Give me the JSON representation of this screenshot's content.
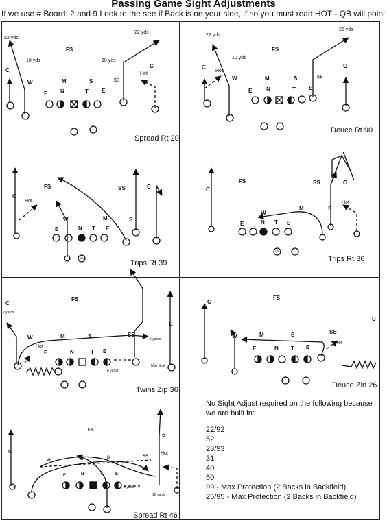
{
  "title": "Passing Game Sight Adjustments",
  "subtitle": "If we use # Board: 2 and 9 Look to the see if Back is on your side, if so you must read HOT - QB will point out",
  "plays": {
    "p1": {
      "name": "Spread Rt 20",
      "yds22a": "22 yds",
      "yds22b": "22 yds",
      "yds10a": "10 yds",
      "yds10b": "10 yds",
      "hot": "Hot",
      "ss": "$S"
    },
    "p2": {
      "name": "Deuce Rt 90",
      "yds22a": "22 yds",
      "yds22b": "22 yds",
      "yds10": "10 yds",
      "hot": "Hot",
      "ss": "$$"
    },
    "p3": {
      "name": "Trips Rt 39",
      "hot": "Hot"
    },
    "p4": {
      "name": "Trips Rt 36",
      "hot": "Hot"
    },
    "p5": {
      "name": "Twins Zip 36",
      "yds2": "2 yards",
      "yds6": "6 yards",
      "yds8": "8 yards",
      "hot": "Hot",
      "maxsplit": "Max Split"
    },
    "p6": {
      "name": "Deuce Zin 26",
      "hot": "Hot"
    },
    "p7": {
      "name": "Spread Rt 46",
      "hot": "Hot",
      "yds8": "8 yards",
      "yds10": "10 yards"
    }
  },
  "defense": {
    "fs": "FS",
    "ss": "SS",
    "c": "C",
    "w": "W",
    "m": "M",
    "s": "S",
    "e": "E",
    "n": "N",
    "t": "T",
    "qb": "QB"
  },
  "no_adjust": {
    "heading": "No Sight Adjust required on the following because we are built in:",
    "items": [
      "22/92",
      "52",
      "23/93",
      "31",
      "40",
      "50",
      "99 - Max Protection (2 Backs in Backfield)",
      "25/95 - Max Protection (2 Backs in Backfield)"
    ]
  },
  "colors": {
    "ink": "#111111",
    "paper": "#ffffff"
  }
}
